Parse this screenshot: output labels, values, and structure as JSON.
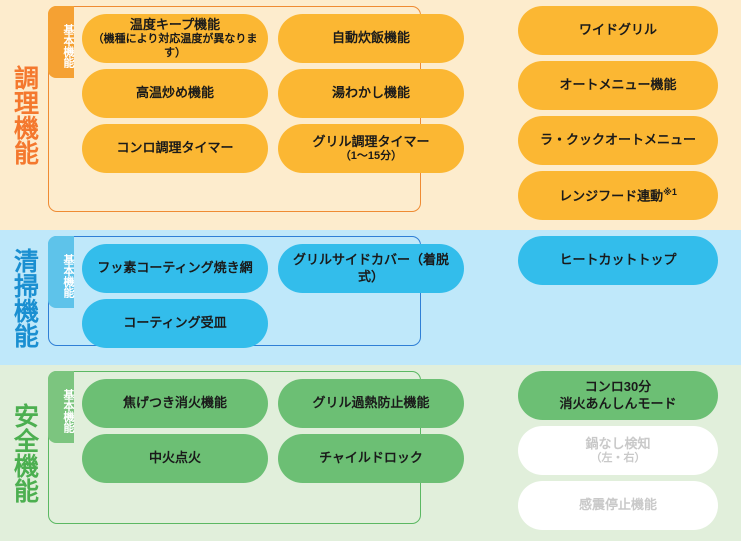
{
  "chart_data": {
    "type": "table",
    "title": "機能一覧",
    "sections": [
      {
        "category": "調理機能",
        "accent": "#f4782e",
        "background": "#fdeccd",
        "group_label": "基本機能",
        "group_border": "#ef8b33",
        "tab_color": "#f5a133",
        "pill_color": "#fbb733",
        "grouped_columns": [
          [
            {
              "label": "温度キープ機能",
              "sub": "（機種により対応温度が異なります）",
              "enabled": true
            },
            {
              "label": "高温炒め機能",
              "sub": "",
              "enabled": true
            },
            {
              "label": "コンロ調理タイマー",
              "sub": "",
              "enabled": true
            }
          ],
          [
            {
              "label": "自動炊飯機能",
              "sub": "",
              "enabled": true
            },
            {
              "label": "湯わかし機能",
              "sub": "",
              "enabled": true
            },
            {
              "label": "グリル調理タイマー",
              "sub": "（1～15分）",
              "enabled": true
            }
          ]
        ],
        "outer_column": [
          {
            "label": "ワイドグリル",
            "sub": "",
            "sup": "",
            "enabled": true
          },
          {
            "label": "オートメニュー機能",
            "sub": "",
            "sup": "",
            "enabled": true
          },
          {
            "label": "ラ・クックオートメニュー",
            "sub": "",
            "sup": "",
            "enabled": true
          },
          {
            "label": "レンジフード連動",
            "sub": "",
            "sup": "※1",
            "enabled": true
          }
        ]
      },
      {
        "category": "清掃機能",
        "accent": "#1a8fd1",
        "background": "#bfe8fa",
        "group_label": "基本機能",
        "group_border": "#2f7fd6",
        "tab_color": "#5ec3ea",
        "pill_color": "#33bdeb",
        "grouped_columns": [
          [
            {
              "label": "フッ素コーティング焼き網",
              "sub": "",
              "enabled": true
            },
            {
              "label": "コーティング受皿",
              "sub": "",
              "enabled": true
            }
          ],
          [
            {
              "label": "グリルサイドカバー（着脱式）",
              "sub": "",
              "enabled": true
            }
          ]
        ],
        "outer_column": [
          {
            "label": "ヒートカットトップ",
            "sub": "",
            "sup": "",
            "enabled": true
          }
        ]
      },
      {
        "category": "安全機能",
        "accent": "#4caf50",
        "background": "#e1efdb",
        "group_label": "基本機能",
        "group_border": "#5bb862",
        "tab_color": "#7cc57f",
        "pill_color": "#6cbf74",
        "grouped_columns": [
          [
            {
              "label": "焦げつき消火機能",
              "sub": "",
              "enabled": true
            },
            {
              "label": "中火点火",
              "sub": "",
              "enabled": true
            }
          ],
          [
            {
              "label": "グリル過熱防止機能",
              "sub": "",
              "enabled": true
            },
            {
              "label": "チャイルドロック",
              "sub": "",
              "enabled": true
            }
          ]
        ],
        "outer_column": [
          {
            "label": "コンロ30分",
            "sub": "消火あんしんモード",
            "sup": "",
            "enabled": true,
            "two_line_main": true
          },
          {
            "label": "鍋なし検知",
            "sub": "（左・右）",
            "sup": "",
            "enabled": false
          },
          {
            "label": "感震停止機能",
            "sub": "",
            "sup": "",
            "enabled": false
          }
        ]
      }
    ]
  }
}
